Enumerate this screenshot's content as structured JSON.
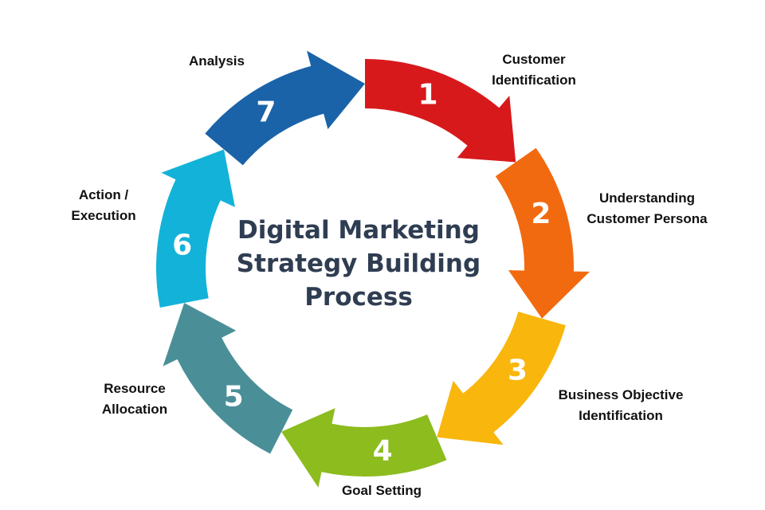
{
  "title": {
    "lines": [
      "Digital Marketing",
      "Strategy Building",
      "Process"
    ],
    "color": "#2f3d52"
  },
  "steps": [
    {
      "number": "1",
      "label": [
        "Customer",
        "Identification"
      ],
      "color": "#d7191c"
    },
    {
      "number": "2",
      "label": [
        "Understanding",
        "Customer Persona"
      ],
      "color": "#f26a0f"
    },
    {
      "number": "3",
      "label": [
        "Business Objective",
        "Identification"
      ],
      "color": "#f9b60c"
    },
    {
      "number": "4",
      "label": [
        "Goal Setting"
      ],
      "color": "#8cbc1e"
    },
    {
      "number": "5",
      "label": [
        "Resource",
        "Allocation"
      ],
      "color": "#4a8f98"
    },
    {
      "number": "6",
      "label": [
        "Action /",
        "Execution"
      ],
      "color": "#13b2d8"
    },
    {
      "number": "7",
      "label": [
        "Analysis"
      ],
      "color": "#1a63a8"
    }
  ]
}
